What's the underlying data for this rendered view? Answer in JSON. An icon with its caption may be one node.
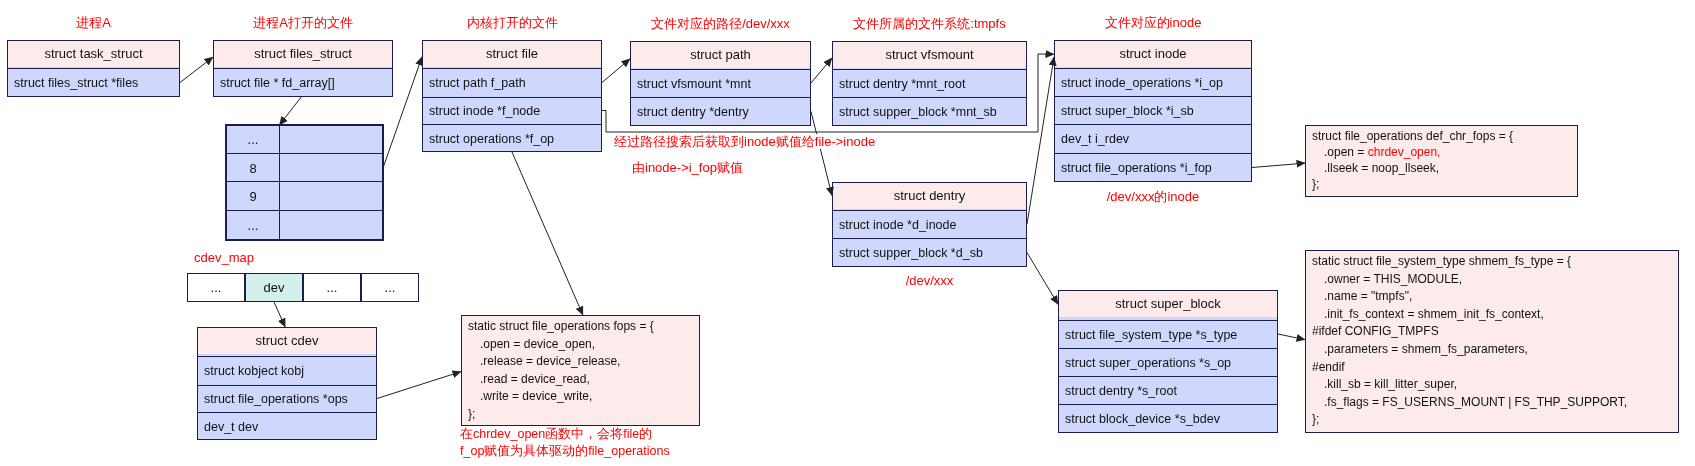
{
  "diagram": {
    "nodes": [
      {
        "text": [
          "struct task_struct"
        ],
        "beside": [
          "进程A"
        ]
      },
      {
        "text": [
          "struct files_struct *files"
        ],
        "in": 0
      },
      {
        "text": [
          "struct files_struct"
        ],
        "beside": [
          "进程A打开的文件"
        ]
      },
      {
        "text": [
          "struct file * fd_array[]"
        ],
        "in": 2
      },
      {
        "text": [],
        "shape": "box"
      },
      {
        "text": [
          "..."
        ],
        "in": 4
      },
      {
        "text": [],
        "shape": "box",
        "in": 4
      },
      {
        "text": [
          "8"
        ],
        "in": 4
      },
      {
        "text": [],
        "shape": "box",
        "in": 4
      },
      {
        "text": [
          "9"
        ],
        "in": 4
      },
      {
        "text": [],
        "shape": "box",
        "in": 4
      },
      {
        "text": [
          "..."
        ],
        "in": 4
      },
      {
        "text": [],
        "shape": "box",
        "in": 4
      },
      {
        "text": [
          "struct file"
        ],
        "beside": [
          "内核打开的文件"
        ]
      },
      {
        "text": [
          "struct path f_path"
        ],
        "in": 13
      },
      {
        "text": [
          "struct inode *f_node"
        ],
        "in": 13
      },
      {
        "text": [
          "struct operations *f_op"
        ],
        "in": 13
      },
      {
        "text": [
          "struct path"
        ],
        "beside": [
          "文件对应的路径/dev/xxx"
        ]
      },
      {
        "text": [
          "struct vfsmount *mnt"
        ],
        "in": 17
      },
      {
        "text": [
          "struct dentry *dentry"
        ],
        "in": 17
      },
      {
        "text": [
          "struct vfsmount"
        ],
        "beside": [
          "文件所属的文件系统:tmpfs"
        ]
      },
      {
        "text": [
          "struct dentry *mnt_root"
        ],
        "in": 20
      },
      {
        "text": [
          "struct supper_block *mnt_sb"
        ],
        "in": 20
      },
      {
        "text": [
          "struct dentry"
        ],
        "beside": [
          "/dev/xxx"
        ]
      },
      {
        "text": [
          "struct inode *d_inode"
        ],
        "in": 23
      },
      {
        "text": [
          "struct supper_block *d_sb"
        ],
        "in": 23
      },
      {
        "text": [
          "struct inode"
        ],
        "beside": [
          "文件对应的inode",
          "/dev/xxx的inode"
        ]
      },
      {
        "text": [
          "struct inode_operations *i_op"
        ],
        "in": 26
      },
      {
        "text": [
          "struct super_block *i_sb"
        ],
        "in": 26
      },
      {
        "text": [
          "dev_t i_rdev"
        ],
        "in": 26
      },
      {
        "text": [
          "struct file_operations *i_fop"
        ],
        "in": 26
      },
      {
        "text": [
          "struct file_operations def_chr_fops = {",
          ".open =",
          "chrdev_open,",
          ".llseek = noop_llseek,",
          "};"
        ]
      },
      {
        "text": [
          "cdev_map"
        ]
      },
      {
        "text": [
          "..."
        ],
        "in": 32
      },
      {
        "text": [
          "dev"
        ],
        "in": 32
      },
      {
        "text": [
          "..."
        ],
        "in": 32
      },
      {
        "text": [
          "..."
        ],
        "in": 32
      },
      {
        "text": [
          "struct cdev"
        ]
      },
      {
        "text": [
          "struct kobject kobj"
        ],
        "in": 37
      },
      {
        "text": [
          "struct file_operations *ops"
        ],
        "in": 37
      },
      {
        "text": [
          "dev_t dev"
        ],
        "in": 37
      },
      {
        "text": [
          "static struct file_operations fops = {",
          ".open = device_open,",
          ".release = device_release,",
          ".read = device_read,",
          ".write = device_write,",
          "};"
        ],
        "beside": [
          "在chrdev_open函数中，会将file的f_op赋值为具体驱动的file_operations"
        ]
      },
      {
        "text": [
          "struct super_block"
        ]
      },
      {
        "text": [
          "struct file_system_type *s_type"
        ],
        "in": 42
      },
      {
        "text": [
          "struct super_operations *s_op"
        ],
        "in": 42
      },
      {
        "text": [
          "struct dentry *s_root"
        ],
        "in": 42
      },
      {
        "text": [
          "struct block_device *s_bdev"
        ],
        "in": 42
      },
      {
        "text": [
          "static struct file_system_type shmem_fs_type = {",
          ".owner = THIS_MODULE,",
          ".name = \"tmpfs\",",
          ".init_fs_context = shmem_init_fs_context,",
          "#ifdef CONFIG_TMPFS",
          ".parameters = shmem_fs_parameters,",
          "#endif",
          ".kill_sb = kill_litter_super,",
          ".fs_flags = FS_USERNS_MOUNT | FS_THP_SUPPORT,",
          "};"
        ]
      }
    ],
    "edges": [
      {
        "from": 1,
        "to": 2,
        "arrow": "to"
      },
      {
        "from": 3,
        "to": 4,
        "arrow": "to"
      },
      {
        "from": 8,
        "to": 13,
        "arrow": "to"
      },
      {
        "from": 14,
        "to": 17,
        "arrow": "to"
      },
      {
        "from": 15,
        "to": 26,
        "arrow": "to"
      },
      {
        "from": 16,
        "to": 41,
        "arrow": "to"
      },
      {
        "from": 18,
        "to": 20,
        "arrow": "to"
      },
      {
        "from": 19,
        "to": 23,
        "arrow": "to"
      },
      {
        "from": 24,
        "to": 26,
        "arrow": "to"
      },
      {
        "from": 25,
        "to": 42,
        "arrow": "to"
      },
      {
        "from": 30,
        "to": 31,
        "arrow": "to"
      },
      {
        "from": 43,
        "to": 47,
        "arrow": "to"
      },
      {
        "from": 34,
        "to": 37,
        "arrow": "to"
      },
      {
        "from": 39,
        "to": 41,
        "arrow": "to"
      }
    ],
    "labels": [
      "经过路径搜索后获取到inode赋值给file->inode",
      "由inode->i_fop赋值"
    ]
  }
}
